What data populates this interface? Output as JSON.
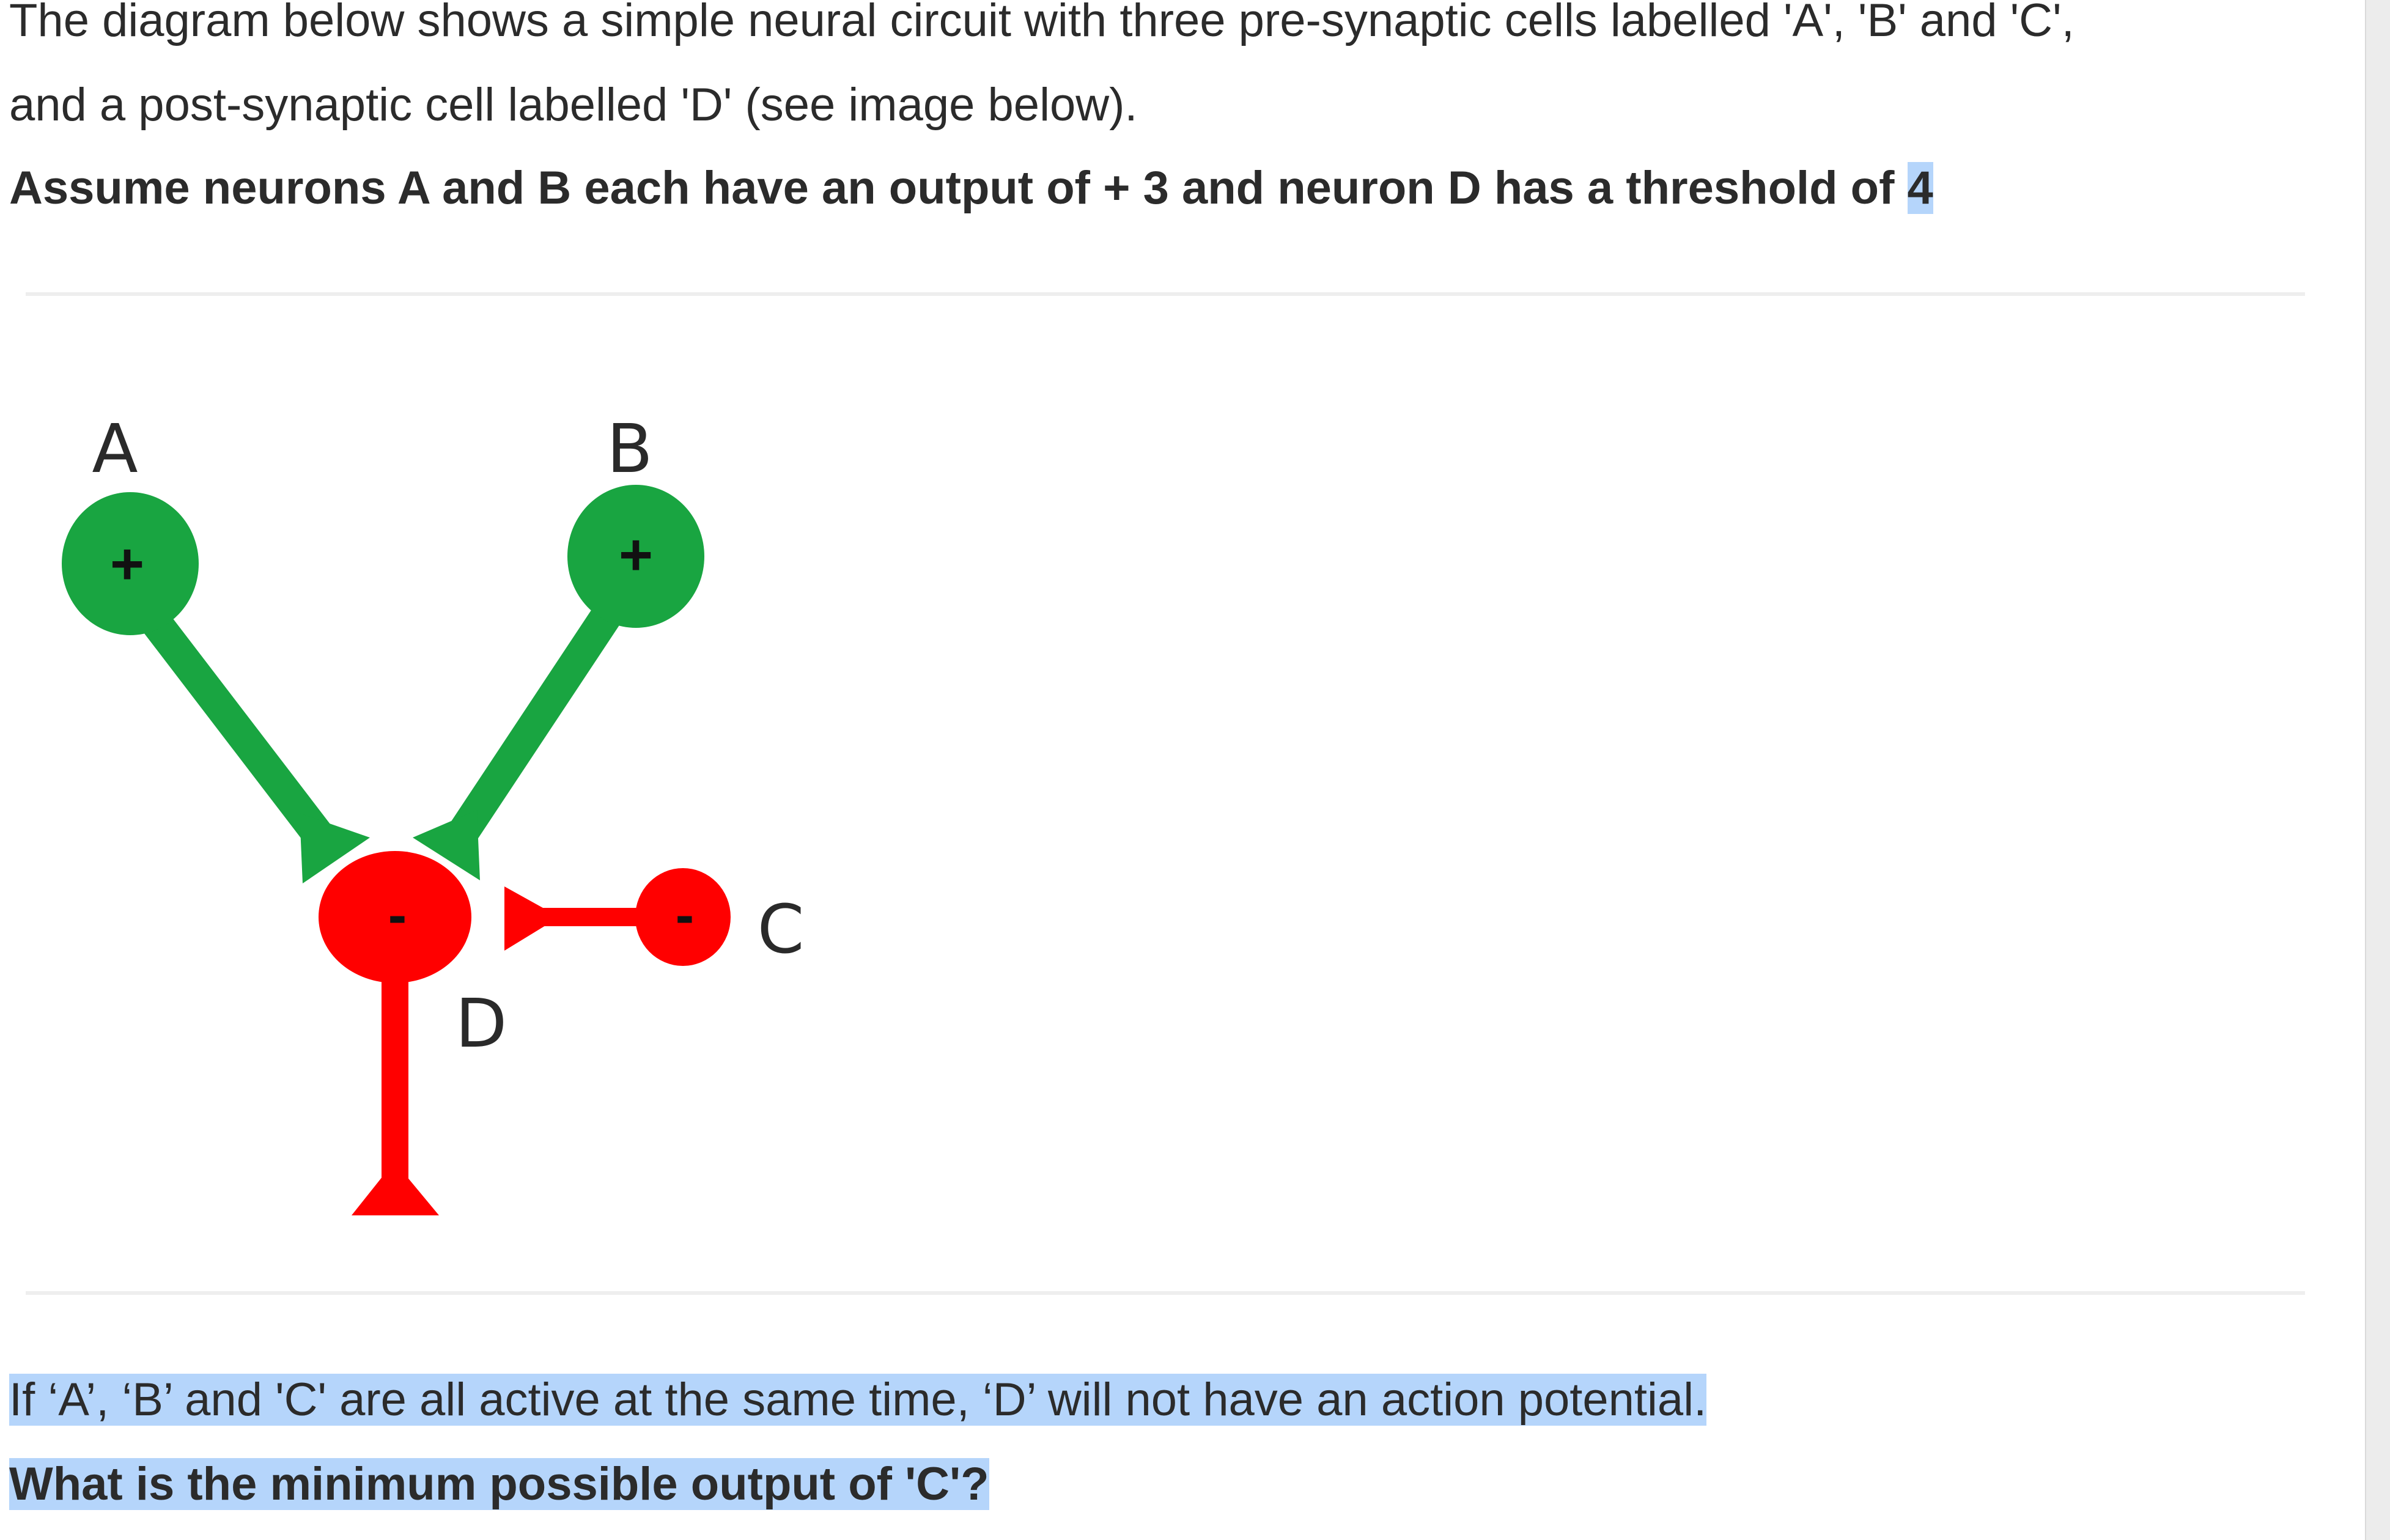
{
  "intro": {
    "line1": "The diagram below shows a simple neural circuit with three pre-synaptic cells labelled 'A', 'B' and 'C',",
    "line2": "and a post-synaptic cell labelled 'D' (see image below).",
    "assume_prefix": "Assume neurons A and B each have an output of + 3 and neuron D has a threshold of ",
    "assume_value": "4"
  },
  "diagram": {
    "labels": {
      "a": "A",
      "b": "B",
      "c": "C",
      "d": "D"
    },
    "signs": {
      "a": "+",
      "b": "+",
      "c": "-",
      "d": "-"
    },
    "colors": {
      "excitatory": "#19a541",
      "inhibitory": "#ff0000",
      "sign_text": "#111111",
      "label_text": "#2a2a2a"
    }
  },
  "question": {
    "line1": "If ‘A’, ‘B’ and 'C' are all active at the same time, ‘D’ will not have an action potential.",
    "line2": "What is the minimum possible output of 'C'?"
  },
  "colors": {
    "highlight": "#b5d5fb",
    "text": "#2b2b2b",
    "divider": "#eeeeee"
  }
}
